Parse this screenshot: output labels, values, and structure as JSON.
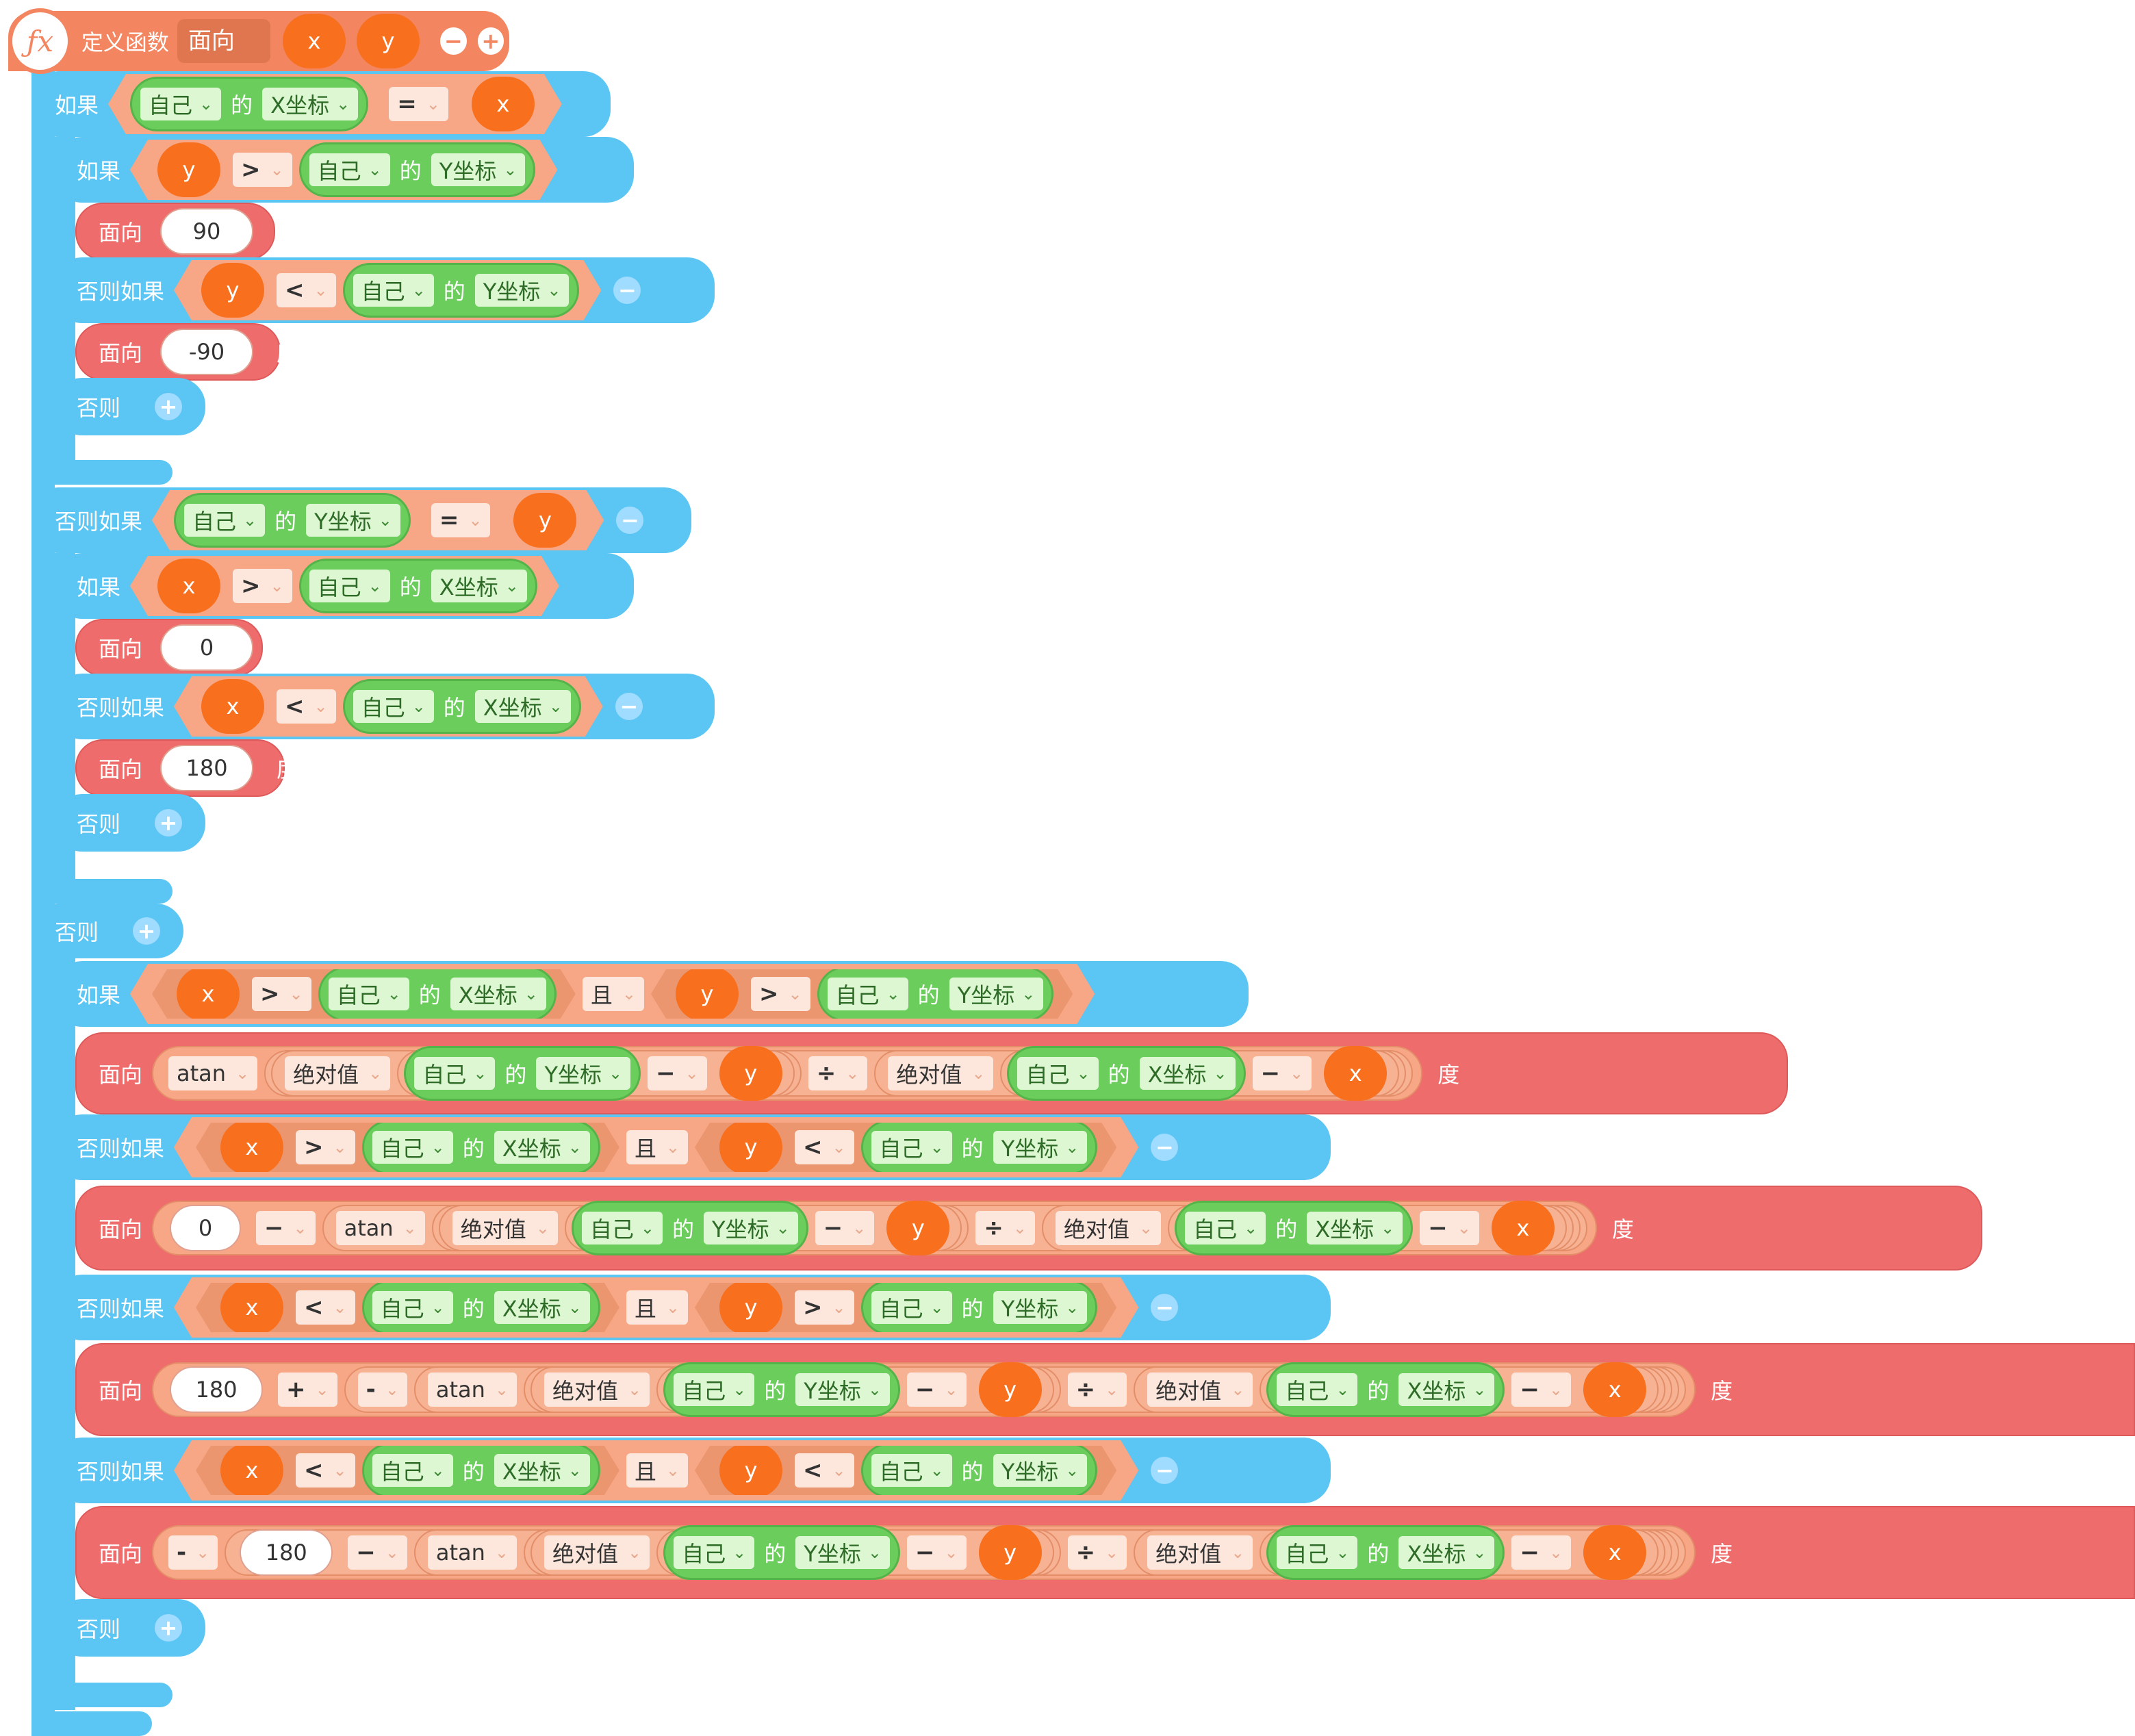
{
  "fn": {
    "define_label": "定义函数",
    "name": "面向xy",
    "params": [
      "x",
      "y"
    ]
  },
  "kw": {
    "if": "如果",
    "elseif": "否则如果",
    "else": "否则",
    "of": "的",
    "and": "且",
    "face": "面向",
    "deg": "度",
    "minus_btn": "−",
    "plus_btn": "+"
  },
  "ops": {
    "eq": "=",
    "gt": ">",
    "lt": "<",
    "sub": "−",
    "div": "÷",
    "add": "+",
    "neg": "-"
  },
  "props": {
    "self": "自己",
    "x_coord": "X坐标",
    "y_coord": "Y坐标"
  },
  "funcs": {
    "atan": "atan",
    "abs": "绝对值"
  },
  "vars": {
    "x": "x",
    "y": "y"
  },
  "nums": {
    "n90": "90",
    "nm90": "-90",
    "n0": "0",
    "n180": "180"
  }
}
